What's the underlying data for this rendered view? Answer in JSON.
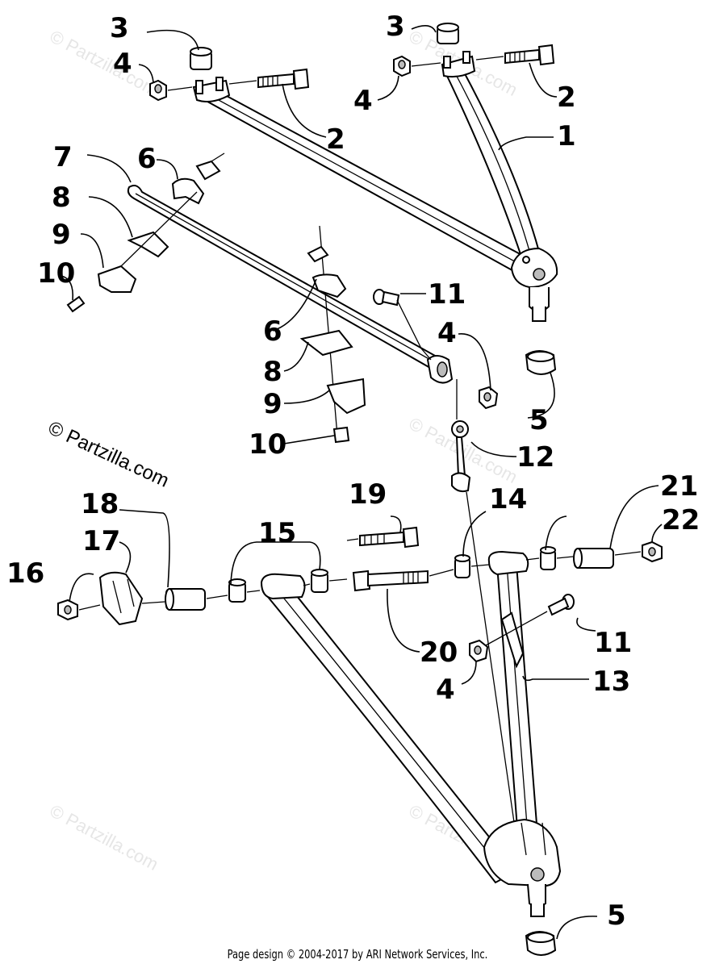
{
  "callouts": {
    "c1": "1",
    "c2a": "2",
    "c2b": "2",
    "c3a": "3",
    "c3b": "3",
    "c4a": "4",
    "c4b": "4",
    "c4c": "4",
    "c4d": "4",
    "c5a": "5",
    "c5b": "5",
    "c6a": "6",
    "c6b": "6",
    "c7": "7",
    "c8a": "8",
    "c8b": "8",
    "c9a": "9",
    "c9b": "9",
    "c10a": "10",
    "c10b": "10",
    "c11a": "11",
    "c11b": "11",
    "c12": "12",
    "c13": "13",
    "c14": "14",
    "c15": "15",
    "c16": "16",
    "c17": "17",
    "c18": "18",
    "c19": "19",
    "c20": "20",
    "c21": "21",
    "c22": "22"
  },
  "watermarks": {
    "main": "© Partzilla.com",
    "faint": "© Partzilla.com"
  },
  "footer": "Page design © 2004-2017 by ARI Network Services, Inc."
}
